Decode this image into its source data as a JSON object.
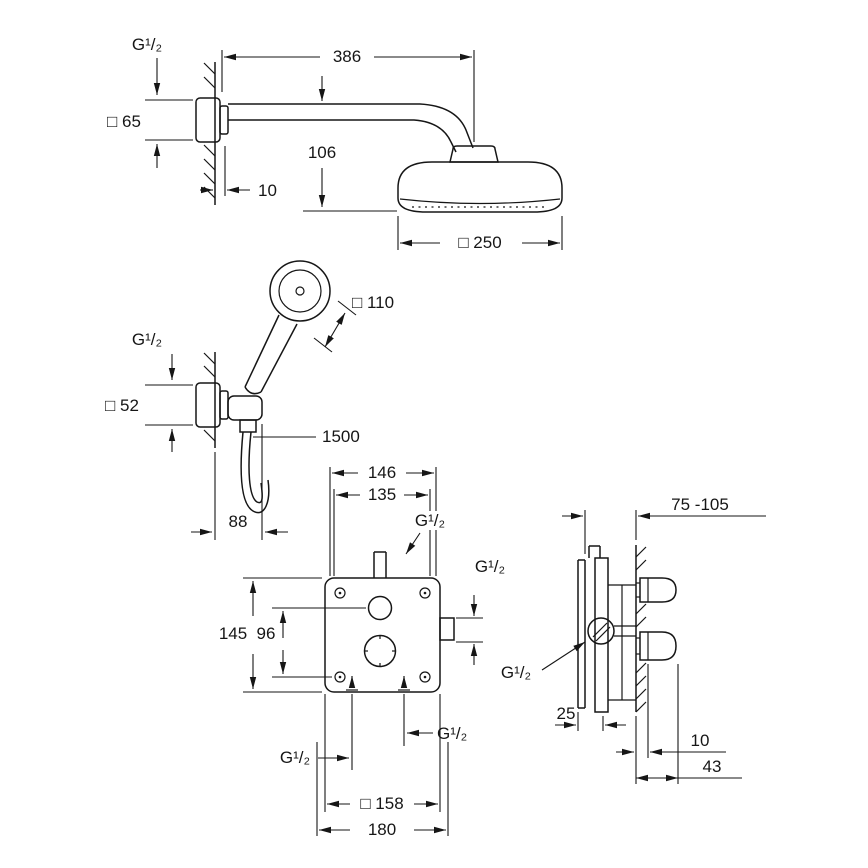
{
  "head_shower_view": {
    "thread": "G¹/₂",
    "flange": "□ 65",
    "arm_length": "386",
    "drop": "106",
    "wall_offset": "10",
    "head_width": "□ 250"
  },
  "hand_shower_view": {
    "head_width": "□ 110",
    "thread": "G¹/₂",
    "flange": "□ 52",
    "hose_length": "1500",
    "holder_depth": "88"
  },
  "valve_front_view": {
    "width_top": "146",
    "width_inner": "135",
    "thread_top": "G¹/₂",
    "height": "145",
    "height_inner": "96",
    "thread_side": "G¹/₂",
    "thread_bottom_right": "G¹/₂",
    "thread_bottom_left": "G¹/₂",
    "plate_width": "□ 158",
    "width_bottom": "180"
  },
  "valve_side_view": {
    "install_depth": "75 -105",
    "thread": "G¹/₂",
    "back_offset": "25",
    "wall_depth": "10",
    "total_depth": "43"
  }
}
